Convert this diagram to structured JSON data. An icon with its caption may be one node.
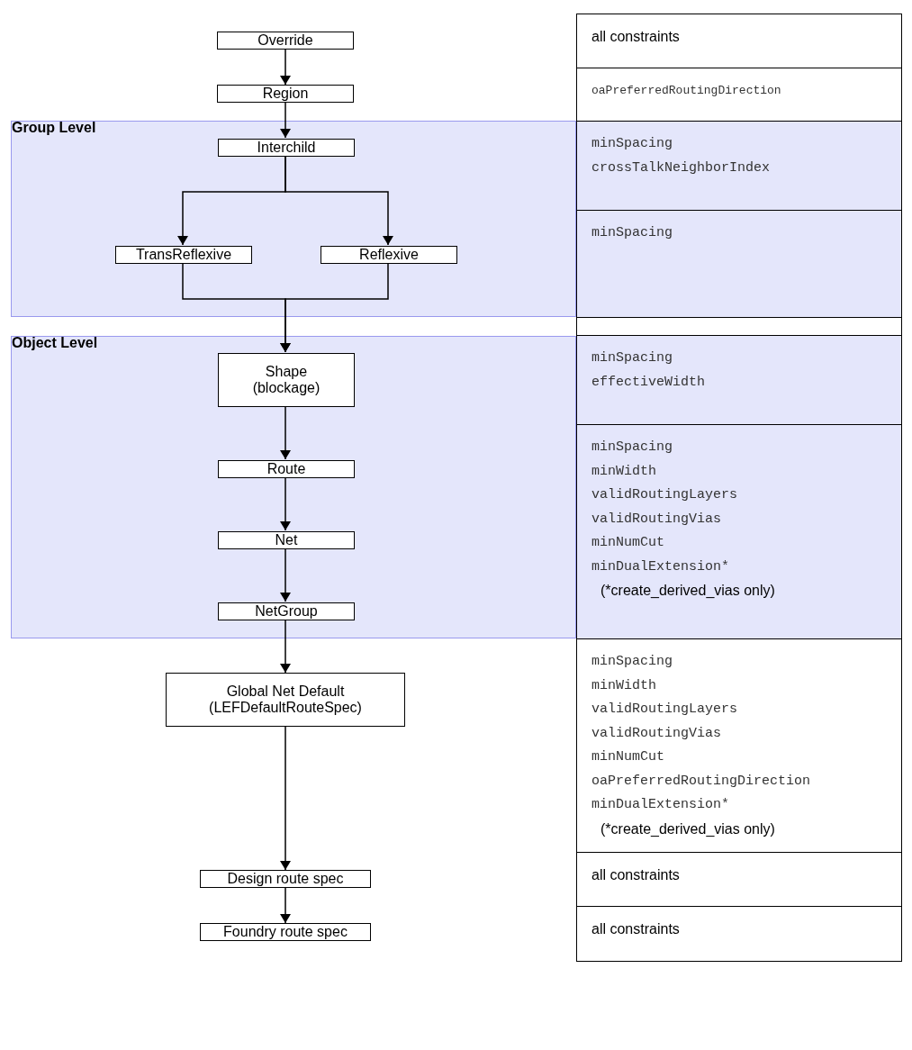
{
  "diagram": {
    "nodes": [
      {
        "text": [
          "Override"
        ]
      },
      {
        "text": [
          "Region"
        ]
      },
      {
        "text": [
          "Group Level"
        ]
      },
      {
        "text": [
          "Interchild"
        ],
        "in": 2
      },
      {
        "text": [
          "TransReflexive"
        ],
        "in": 2
      },
      {
        "text": [
          "Reflexive"
        ],
        "in": 2
      },
      {
        "text": [
          "Object Level"
        ]
      },
      {
        "text": [
          "Shape (blockage)"
        ],
        "in": 6
      },
      {
        "text": [
          "Route"
        ],
        "in": 6
      },
      {
        "text": [
          "Net"
        ],
        "in": 6
      },
      {
        "text": [
          "NetGroup"
        ],
        "in": 6
      },
      {
        "text": [
          "Global Net Default (LEFDefaultRouteSpec)"
        ]
      },
      {
        "text": [
          "Design route spec"
        ]
      },
      {
        "text": [
          "Foundry route spec"
        ]
      }
    ],
    "edges": [
      {
        "from": 0,
        "to": 1,
        "arrow": "to"
      },
      {
        "from": 1,
        "to": 3,
        "arrow": "to"
      },
      {
        "from": 3,
        "to": 4,
        "arrow": "to"
      },
      {
        "from": 3,
        "to": 5,
        "arrow": "to"
      },
      {
        "from": 4,
        "to": 7,
        "arrow": "to"
      },
      {
        "from": 5,
        "to": 7,
        "arrow": "to"
      },
      {
        "from": 7,
        "to": 8,
        "arrow": "to"
      },
      {
        "from": 8,
        "to": 9,
        "arrow": "to"
      },
      {
        "from": 9,
        "to": 10,
        "arrow": "to"
      },
      {
        "from": 10,
        "to": 11,
        "arrow": "to"
      },
      {
        "from": 11,
        "to": 12,
        "arrow": "to"
      },
      {
        "from": 12,
        "to": 13,
        "arrow": "to"
      }
    ],
    "labels": [
      "all constraints",
      "oaPreferredRoutingDirection",
      "minSpacing",
      "crossTalkNeighborIndex",
      "minSpacing",
      "minSpacing",
      "effectiveWidth",
      "minSpacing",
      "minWidth",
      "validRoutingLayers",
      "validRoutingVias",
      "minNumCut",
      "minDualExtension*",
      "(*create_derived_vias only)",
      "minSpacing",
      "minWidth",
      "validRoutingLayers",
      "validRoutingVias",
      "minNumCut",
      "oaPreferredRoutingDirection",
      "minDualExtension*",
      "(*create_derived_vias only)",
      "all constraints",
      "all constraints"
    ]
  }
}
